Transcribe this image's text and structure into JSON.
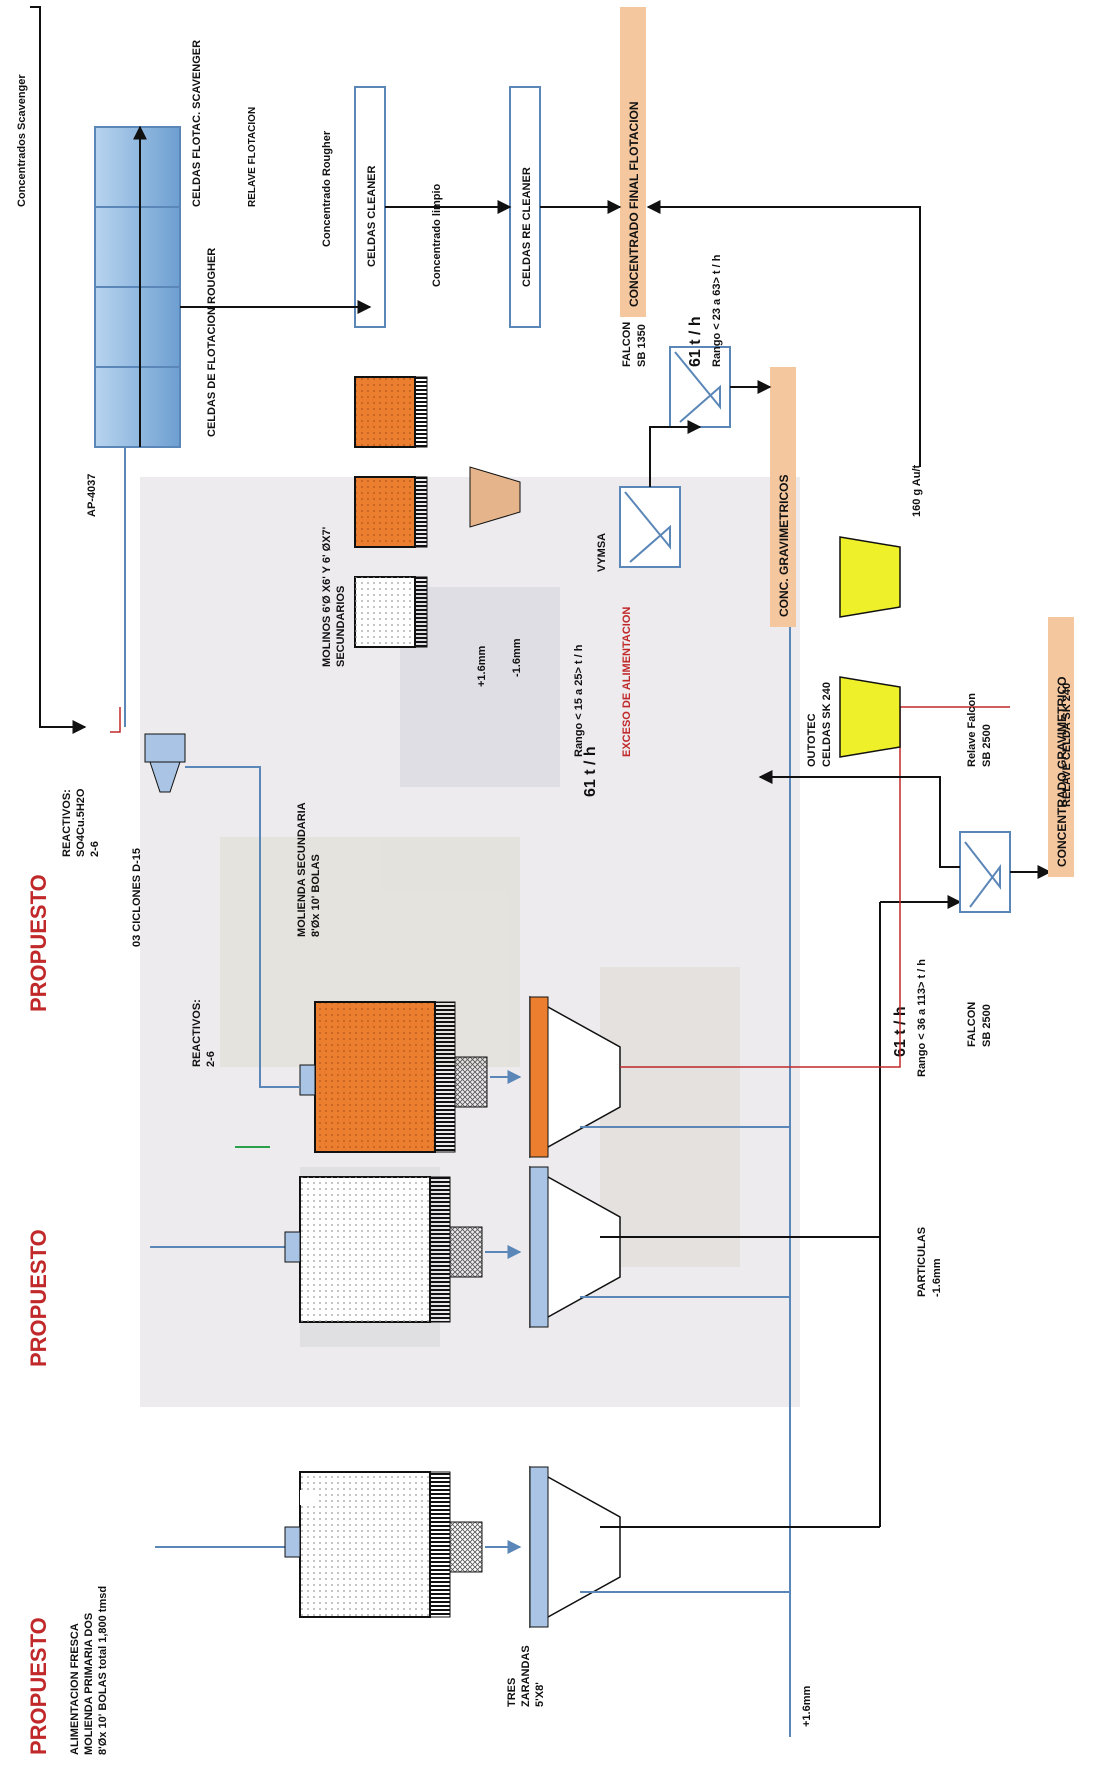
{
  "colors": {
    "pipe_blue": "#5b86b8",
    "flow_black": "#111111",
    "flow_red": "#c0282a",
    "orange_mill": "#ec7f2f",
    "cell_blue": "#8db8e2",
    "sk_yellow": "#eef02a",
    "label_highlight": "#f5c79f",
    "propuesto_red": "#c0282a"
  },
  "propuesto": [
    "PROPUESTO",
    "PROPUESTO",
    "PROPUESTO"
  ],
  "labels": {
    "alimentacion_1": "ALIMENTACION FRESCA",
    "alimentacion_2": "MOLIENDA PRIMARIA DOS",
    "alimentacion_3": "8'Øx 10' BOLAS total   1,800  tmsd",
    "zarandas_1": "TRES",
    "zarandas_2": "ZARANDAS",
    "zarandas_3": "5'X8'",
    "mm_plus_bottom": "+1.6mm",
    "reactivos_a": "REACTIVOS:",
    "reactivos_b": "2-6",
    "ciclones": "03  CICLONES   D-15",
    "molienda_sec_1": "MOLIENDA SECUNDARIA",
    "molienda_sec_2": "8'Øx 10' BOLAS",
    "reactivos_top_1": "REACTIVOS:",
    "reactivos_top_2": "SO4Cu.5H2O",
    "reactivos_top_3": "2-6",
    "ap4037": "AP-4037",
    "celdas_rougher": "CELDAS DE FLOTACION ROUGHER",
    "celdas_scavenger": "CELDAS FLOTAC. SCAVENGER",
    "relave_flotacion": "RELAVE FLOTACION",
    "conc_scavenger": "Concentrados Scavenger",
    "conc_rougher": "Concentrado Rougher",
    "celdas_cleaner": "CELDAS   CLEANER",
    "conc_limpio": "Concentrado   limpio",
    "celdas_recleaner": "CELDAS RE CLEANER",
    "conc_final": "CONCENTRADO FINAL FLOTACION",
    "molinos_1": "MOLINOS  6'Ø X6'  Y   6' ØX7'",
    "molinos_2": "SECUNDARIOS",
    "mm_plus_mid": "+1.6mm",
    "mm_minus_mid": "-1.6mm",
    "tph_mid": "61   t / h",
    "rango_mid": "Rango < 15 a 25> t / h",
    "exceso": "EXCESO DE ALIMENTACION",
    "vymsa": "VYMSA",
    "falcon_1350_a": "FALCON",
    "falcon_1350_b": "SB 1350",
    "tph_top": "61  t / h",
    "rango_top": "Rango < 23 a 63> t / h",
    "conc_grav": "CONC. GRAVIMETRICOS",
    "au_grade": "160 g Au/t",
    "celdas_sk_1": "CELDAS SK 240",
    "celdas_sk_2": "OUTOTEC",
    "relave_sk": "RELAVE  CELDA SK 240",
    "relave_falcon_a": "Relave Falcon",
    "relave_falcon_b": "SB 2500",
    "concentrado_grav": "CONCENTRADO GRAVIMETRICO",
    "falcon_2500_a": "FALCON",
    "falcon_2500_b": "SB 2500",
    "tph_low": "61   t / h",
    "rango_low": "Rango < 36 a 113> t / h",
    "particulas_1": "PARTICULAS",
    "particulas_2": "-1.6mm"
  }
}
